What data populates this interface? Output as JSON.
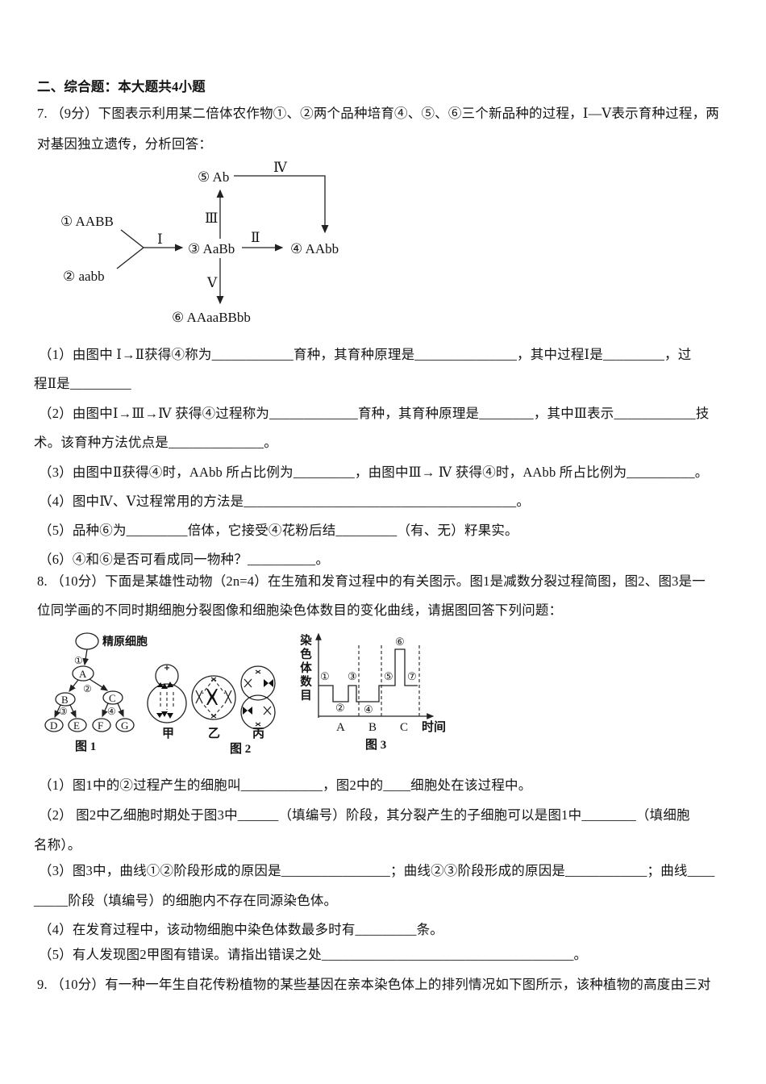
{
  "section": {
    "header": "二、综合题：本大题共4小题"
  },
  "q7": {
    "intro": [
      "7. （9分）下图表示利用某二倍体农作物①、②两个品种培育④、⑤、⑥三个新品种的过程，Ⅰ—Ⅴ表示育种过程，两",
      "对基因独立遗传，分析回答："
    ],
    "diagram": {
      "parent1": "① AABB",
      "parent2": "② aabb",
      "hybrid": "③ AaBb",
      "product4": "④ AAbb",
      "product5": "⑤ Ab",
      "product6": "⑥ AAaaBBbb",
      "processes": [
        "Ⅰ",
        "Ⅱ",
        "Ⅲ",
        "Ⅳ",
        "Ⅴ"
      ]
    },
    "lines": [
      "（1）由图中 Ⅰ→Ⅱ获得④称为____________育种，其育种原理是_______________，其中过程Ⅰ是_________，过",
      "程Ⅱ是_________",
      "（2）由图中Ⅰ→Ⅲ→Ⅳ 获得④过程称为_____________育种，其育种原理是________，其中Ⅲ表示____________技",
      "术。该育种方法优点是______________。",
      "（3）由图中Ⅱ获得④时，AAbb 所占比例为_________，由图中Ⅲ→ Ⅳ 获得④时，AAbb 所占比例为__________。",
      "（4）图中Ⅳ、Ⅴ过程常用的方法是________________________________________。",
      "（5）品种⑥为_________倍体，它接受④花粉后结_________（有、无）籽果实。",
      "（6）④和⑥是否可看成同一物种？__________。"
    ]
  },
  "q8": {
    "intro": [
      "8. （10分）下面是某雄性动物（2n=4）在生殖和发育过程中的有关图示。图1是减数分裂过程简图，图2、图3是一",
      "位同学画的不同时期细胞分裂图像和细胞染色体数目的变化曲线，请据图回答下列问题："
    ],
    "fig1": {
      "caption": "图 1",
      "top_label": "精原细胞",
      "steps": [
        "①",
        "②",
        "③",
        "④"
      ],
      "nodes": [
        "A",
        "B",
        "C",
        "D",
        "E",
        "F",
        "G"
      ]
    },
    "fig2": {
      "caption": "图 2",
      "cells": [
        "甲",
        "乙",
        "丙"
      ]
    },
    "fig3": {
      "caption": "图 3",
      "ylabel": "染色体数目",
      "xlabel": "时间",
      "phases": [
        "A",
        "B",
        "C"
      ],
      "points": [
        "①",
        "②",
        "③",
        "④",
        "⑤",
        "⑥",
        "⑦"
      ]
    },
    "lines": [
      "（1）图1中的②过程产生的细胞叫____________，图2中的____细胞处在该过程中。",
      "（2） 图2中乙细胞时期处于图3中______（填编号）阶段，其分裂产生的子细胞可以是图1中________（填细胞",
      "名称）。",
      "（3）图3中，曲线①②阶段形成的原因是________________；曲线②③阶段形成的原因是____________；曲线____",
      "_____阶段（填编号）的细胞内不存在同源染色体。",
      "（4）在发育过程中，该动物细胞中染色体数最多时有_________条。",
      "（5）有人发现图2甲图有错误。请指出错误之处_____________________________________。"
    ]
  },
  "q9": {
    "intro": "9. （10分）有一种一年生自花传粉植物的某些基因在亲本染色体上的排列情况如下图所示，该种植物的高度由三对"
  },
  "chart_data": {
    "type": "line",
    "subtype": "step",
    "title": "图 3",
    "xlabel": "时间",
    "ylabel": "染色体数目",
    "x_phases": [
      "A",
      "B",
      "C"
    ],
    "segments": [
      {
        "label": "①",
        "phase": "A",
        "chromosome_number": 4
      },
      {
        "label": "②",
        "phase": "A",
        "chromosome_number": 2
      },
      {
        "label": "③",
        "phase": "A",
        "chromosome_number": 4
      },
      {
        "label": "④",
        "phase": "B",
        "chromosome_number": 2
      },
      {
        "label": "⑤",
        "phase": "C",
        "chromosome_number": 4
      },
      {
        "label": "⑥",
        "phase": "C",
        "chromosome_number": 8
      },
      {
        "label": "⑦",
        "phase": "C",
        "chromosome_number": 4
      }
    ],
    "grid": false,
    "legend": false
  }
}
